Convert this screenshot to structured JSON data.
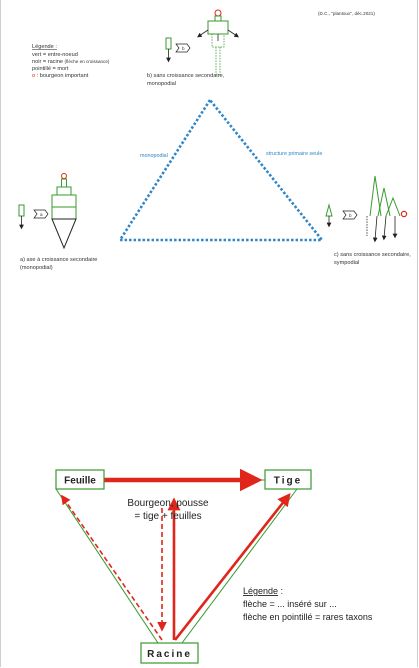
{
  "top": {
    "credit": "(D.C., \"plantoux\", déc.2021)",
    "legend": {
      "title": "Légende :",
      "line1": "vert = entre-noeud",
      "line2_main": "noir = racine ",
      "line2_small": "(flèche en croissance)",
      "line3": "pointillé = mort",
      "line4_symbol": "o",
      "line4_text": " : bourgeon important"
    },
    "captions": {
      "a_line1": "a) axe à croissance secondaire",
      "a_line2": "(monopodial)",
      "b_line1": "b) sans croissance secondaire,",
      "b_line2": "monopodial",
      "c_line1": "c) sans croissance secondaire,",
      "c_line2": "sympodial"
    },
    "edge_labels": {
      "left": "monopodial",
      "right": "structure primaire seule"
    },
    "arrow_tags": {
      "a": "a",
      "b": "b",
      "c": "b"
    }
  },
  "bottom": {
    "nodes": {
      "feuille": "Feuille",
      "tige": "Tige",
      "racine": "Racine"
    },
    "center_line1": "Bourgeon, pousse",
    "center_line2": "= tige + feuilles",
    "legend": {
      "title": "Légende",
      "title_suffix": " :",
      "line1": "flèche = ... inséré sur ...",
      "line2": "flèche en pointillé = rares taxons"
    }
  },
  "colors": {
    "green": "#3a9a2e",
    "red": "#e0261b",
    "blue": "#2f86c8",
    "dark": "#222222"
  }
}
